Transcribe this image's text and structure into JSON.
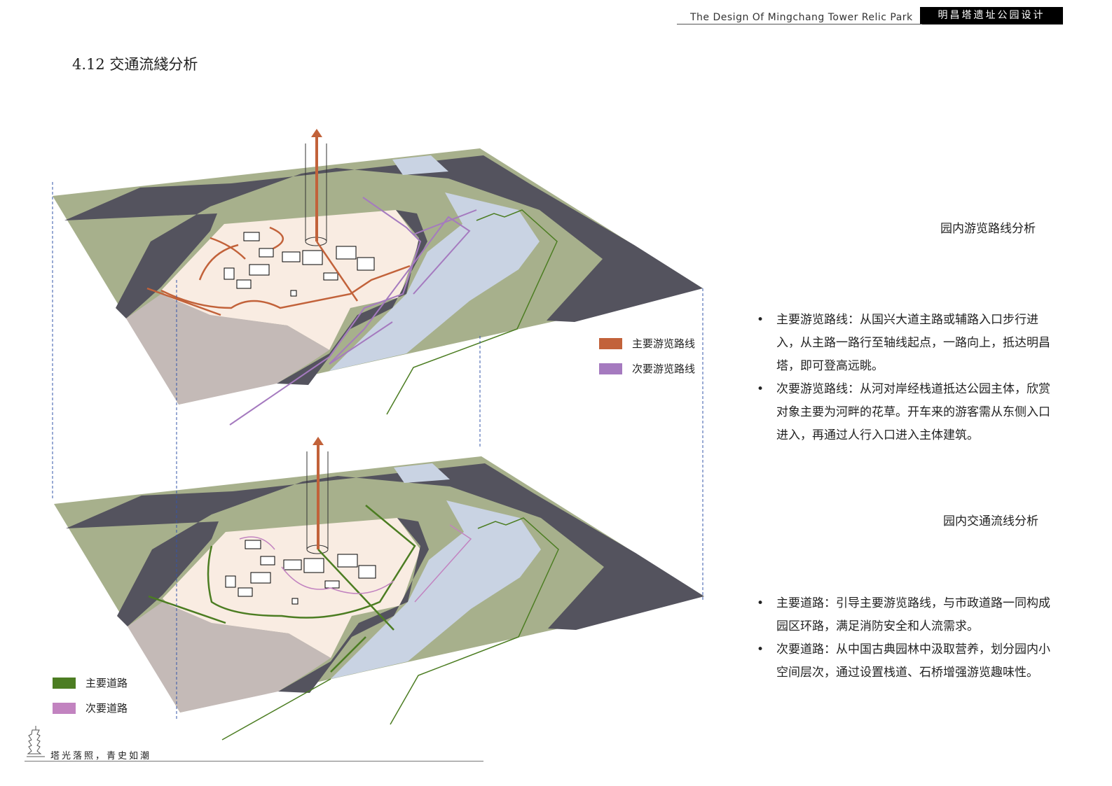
{
  "header": {
    "english_title": "The Design Of Mingchang Tower Relic Park",
    "chinese_title": "明昌塔遗址公园设计"
  },
  "page_title": "4.12  交通流綫分析",
  "section1": {
    "heading": "园内游览路线分析",
    "bullets": [
      "主要游览路线：从国兴大道主路或辅路入口步行进入，从主路一路行至轴线起点，一路向上，抵达明昌塔，即可登高远眺。",
      "次要游览路线：从河对岸经栈道抵达公园主体，欣赏对象主要为河畔的花草。开车来的游客需从东侧入口进入，再通过人行入口进入主体建筑。"
    ],
    "legend": [
      {
        "label": "主要游览路线",
        "color": "#c2623a"
      },
      {
        "label": "次要游览路线",
        "color": "#a57abf"
      }
    ]
  },
  "section2": {
    "heading": "园内交通流线分析",
    "bullets": [
      "主要道路：引导主要游览路线，与市政道路一同构成园区环路，满足消防安全和人流需求。",
      "次要道路：从中国古典园林中汲取营养，划分园内小空间层次，通过设置栈道、石桥增强游览趣味性。"
    ],
    "legend": [
      {
        "label": "主要道路",
        "color": "#4c7d22"
      },
      {
        "label": "次要道路",
        "color": "#c283c0"
      }
    ]
  },
  "colors": {
    "grass": "#a7b08c",
    "road": "#54535e",
    "plaza": "#f9ece2",
    "river": "#c9d3e3",
    "land": "#c4bab7"
  },
  "footer": {
    "slogan": "塔光落照，青史如潮",
    "logo": "pagoda-icon"
  }
}
